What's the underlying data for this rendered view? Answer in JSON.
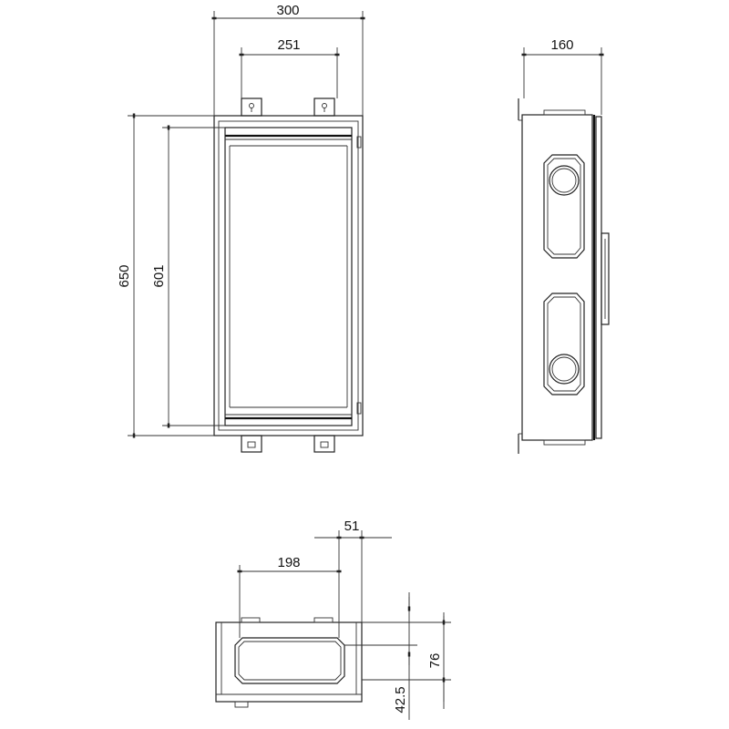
{
  "front_view": {
    "width_outer": "300",
    "width_mount": "251",
    "height_outer": "650",
    "height_inner": "601"
  },
  "side_view": {
    "depth": "160"
  },
  "bottom_view": {
    "offset": "51",
    "span": "198",
    "height": "76",
    "offset_v": "42.5"
  }
}
